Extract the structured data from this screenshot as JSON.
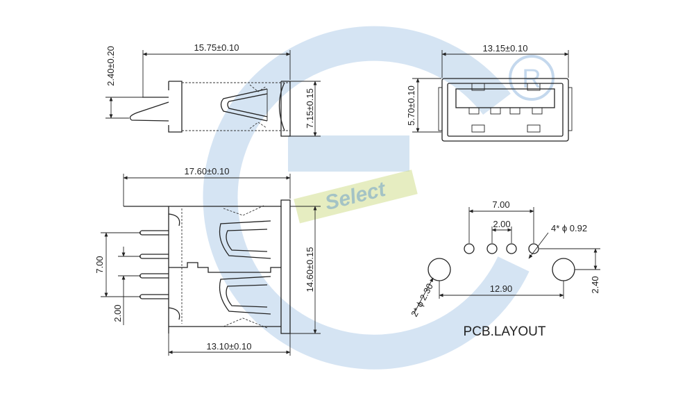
{
  "watermark": {
    "text": "Select",
    "mark": "R",
    "color_blue": "#3a7fc4",
    "color_green": "#c9d97a"
  },
  "dims": {
    "top_length": "15.75±0.10",
    "top_pin": "2.40±0.20",
    "top_height": "7.15±0.15",
    "front_width": "13.15±0.10",
    "front_height": "5.70±0.10",
    "side_length": "17.60±0.10",
    "side_height": "14.60±0.15",
    "side_bottom": "13.10±0.10",
    "side_pitch7": "7.00",
    "side_pitch2": "2.00"
  },
  "pcb": {
    "title": "PCB.LAYOUT",
    "pitch7": "7.00",
    "pitch2": "2.00",
    "small_holes": "4* ϕ 0.92",
    "large_holes": "2* ϕ 2.30",
    "span": "12.90",
    "offset": "2.40"
  }
}
